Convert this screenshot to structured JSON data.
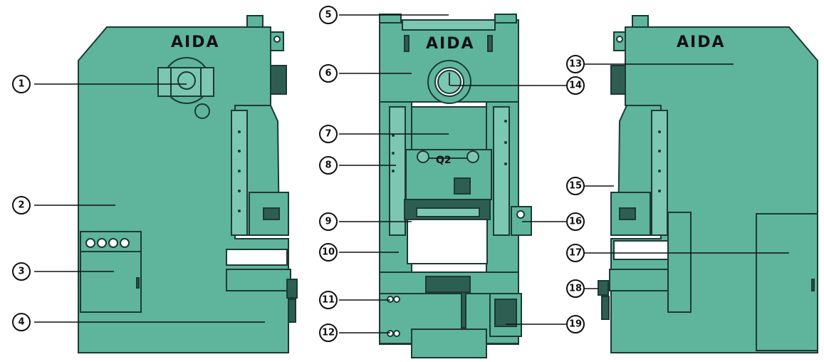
{
  "brand": "AIDA",
  "plate_text": "Q2",
  "colors": {
    "machine": "#5fb49c",
    "machine_dark": "#2e5e52",
    "machine_light": "#7cc7b1",
    "outline": "#1b3a33"
  },
  "callouts": [
    "1",
    "2",
    "3",
    "4",
    "5",
    "6",
    "7",
    "8",
    "9",
    "10",
    "11",
    "12",
    "13",
    "14",
    "15",
    "16",
    "17",
    "18",
    "19"
  ]
}
